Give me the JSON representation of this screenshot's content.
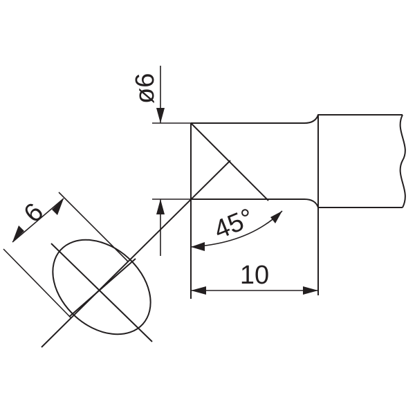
{
  "drawing": {
    "diameter_label": "ø6",
    "face_width_label": "6",
    "angle_label": "45°",
    "length_label": "10"
  },
  "colors": {
    "line": "#231f20",
    "background": "#ffffff"
  }
}
